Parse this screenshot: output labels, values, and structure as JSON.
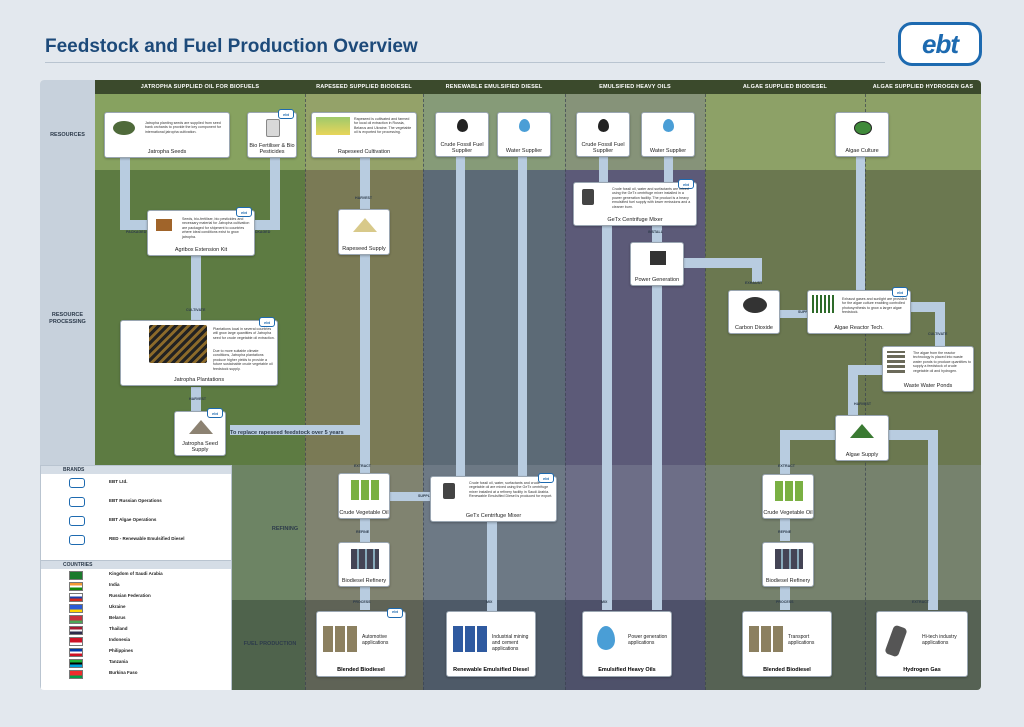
{
  "title": "Feedstock and Fuel Production Overview",
  "logo": "ebt",
  "columns": [
    "Jatropha supplied oil for biofuels",
    "Rapeseed supplied biodiesel",
    "Renewable emulsified diesel",
    "Emulsified heavy oils",
    "Algae supplied biodiesel",
    "Algae supplied hydrogen gas"
  ],
  "rows": {
    "resources": "Resources",
    "resource_processing": "Resource processing",
    "refining": "Refining",
    "fuel_production": "Fuel production"
  },
  "colors": {
    "jatropha_bg": "#5d7b42",
    "rapeseed_bg": "#7a7a55",
    "red_bg": "#5c6a76",
    "heavy_bg": "#5c5a78",
    "algae_bg": "#6b7850",
    "resources_band": "#a9c27a",
    "arrow": "#b8cce0",
    "title": "#1d4a7a"
  },
  "nodes": {
    "jatropha_seeds": {
      "label": "Jatropha Seeds",
      "desc": "Jatropha planting seeds are supplied from seed bank orchards to provide the key component for international jatropha cultivation."
    },
    "bio_fertiliser": {
      "label": "Bio Fertiliser & Bio Pesticides"
    },
    "agribox": {
      "label": "Agribox Extension Kit",
      "desc": "Seeds, bio-fertiliser, bio pesticides and necessary material for Jatropha cultivation are packaged for shipment to countries where ideal conditions exist to grow jatropha."
    },
    "jatropha_plantations": {
      "label": "Jatropha Plantations",
      "desc1": "Plantations local in several countries will grow large quantities of Jatropha seed for crude vegetable oil extraction.",
      "desc2": "Due to more suitable climate conditions, Jatropha plantations produce higher yields to provide a future sustainable crude vegetable oil feedstock supply."
    },
    "jatropha_seed_supply": {
      "label": "Jatropha Seed Supply"
    },
    "rapeseed_cultivation": {
      "label": "Rapeseed Cultivation",
      "desc": "Rapeseed is cultivated and farmed for local oil extraction in Russia, Belarus and Ukraine. The vegetable oil is exported for processing."
    },
    "rapeseed_supply": {
      "label": "Rapeseed Supply"
    },
    "crude_fossil_1": {
      "label": "Crude Fossil Fuel Supplier"
    },
    "water_1": {
      "label": "Water Supplier"
    },
    "crude_fossil_2": {
      "label": "Crude Fossil Fuel Supplier"
    },
    "water_2": {
      "label": "Water Supplier"
    },
    "getx_1": {
      "label": "GeTx Centrifuge Mixer",
      "desc": "Crude fossil oil, water and surfactants are mixed using the GeTx centrifuge mixer installed in a power generation facility. The product is a heavy emulsified fuel supply with lower emissions and a cleaner burn."
    },
    "power_generation": {
      "label": "Power Generation"
    },
    "carbon_dioxide": {
      "label": "Carbon Dioxide"
    },
    "algae_culture": {
      "label": "Algae Culture"
    },
    "algae_reactor": {
      "label": "Algae Reactor Tech.",
      "desc": "Exhaust gases and sunlight are provided for the algae culture enabling controlled photosynthesis to grow a larger algae feedstock."
    },
    "waste_water_ponds": {
      "label": "Waste Water Ponds",
      "desc": "The algae from the reactor technology is placed into waste water ponds to produce quantities to supply a feedstock of crude vegetable oil and hydrogen."
    },
    "algae_supply": {
      "label": "Algae Supply"
    },
    "crude_veg_oil_1": {
      "label": "Crude Vegetable Oil"
    },
    "getx_2": {
      "label": "GeTx Centrifuge Mixer",
      "desc": "Crude fossil oil, water, surfactants and crude vegetable oil are mixed using the GeTx centrifuge mixer installed at a refinery facility in Saudi Arabia. Renewable Emulsified Diesel is produced for export."
    },
    "biodiesel_refinery_1": {
      "label": "Biodiesel Refinery"
    },
    "crude_veg_oil_2": {
      "label": "Crude Vegetable Oil"
    },
    "biodiesel_refinery_2": {
      "label": "Biodiesel Refinery"
    }
  },
  "fuels": [
    {
      "name": "Blended Biodiesel",
      "app": "Automotive applications"
    },
    {
      "name": "Renewable Emulsified Diesel",
      "app": "Industrial mining and cement applications"
    },
    {
      "name": "Emulsified Heavy Oils",
      "app": "Power generation applications"
    },
    {
      "name": "Blended Biodiesel",
      "app": "Transport applications"
    },
    {
      "name": "Hydrogen Gas",
      "app": "Hi-tech industry applications"
    }
  ],
  "arrow_labels": {
    "packaged": "Packaged",
    "cultivate": "Cultivate",
    "harvest": "Harvest",
    "extract": "Extract",
    "refine": "Refine",
    "process": "Process",
    "mix": "Mix",
    "supply": "Supply",
    "install": "Install",
    "exhaust": "Exhaust"
  },
  "note": "To replace rapeseed feedstock over 5 years",
  "legend": {
    "brands_heading": "Brands",
    "brands": [
      "EBT Ltd.",
      "EBT Russian Operations",
      "EBT Algae Operations",
      "RED - Renewable Emulsified Diesel"
    ],
    "countries_heading": "Countries",
    "countries": [
      {
        "name": "Kingdom of Saudi Arabia",
        "colors": [
          "#1a7a2c",
          "#1a7a2c",
          "#1a7a2c"
        ]
      },
      {
        "name": "India",
        "colors": [
          "#f29933",
          "#ffffff",
          "#138808"
        ]
      },
      {
        "name": "Russian Federation",
        "colors": [
          "#ffffff",
          "#1c3faa",
          "#d52b1e"
        ]
      },
      {
        "name": "Ukraine",
        "colors": [
          "#2a5bd7",
          "#2a5bd7",
          "#ffd500"
        ]
      },
      {
        "name": "Belarus",
        "colors": [
          "#c8313e",
          "#c8313e",
          "#4aa657"
        ]
      },
      {
        "name": "Thailand",
        "colors": [
          "#a51931",
          "#f4f5f8",
          "#2d2a4a"
        ]
      },
      {
        "name": "Indonesia",
        "colors": [
          "#ce1126",
          "#ce1126",
          "#ffffff"
        ]
      },
      {
        "name": "Philippines",
        "colors": [
          "#0038a8",
          "#ffffff",
          "#ce1126"
        ]
      },
      {
        "name": "Tanzania",
        "colors": [
          "#1eb53a",
          "#000000",
          "#00a3dd"
        ]
      },
      {
        "name": "Burkina Faso",
        "colors": [
          "#ef2b2d",
          "#ef2b2d",
          "#009e49"
        ]
      }
    ]
  }
}
